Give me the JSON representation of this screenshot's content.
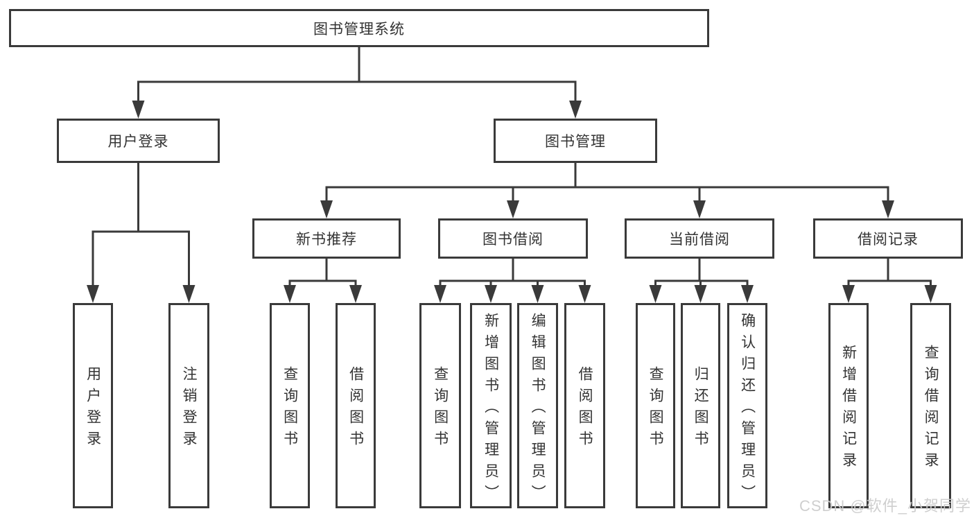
{
  "diagram": {
    "root": {
      "label": "图书管理系统",
      "children": [
        {
          "label": "用户登录",
          "children": [
            {
              "label": "用户登录"
            },
            {
              "label": "注销登录"
            }
          ]
        },
        {
          "label": "图书管理",
          "children": [
            {
              "label": "新书推荐",
              "children": [
                {
                  "label": "查询图书"
                },
                {
                  "label": "借阅图书"
                }
              ]
            },
            {
              "label": "图书借阅",
              "children": [
                {
                  "label": "查询图书"
                },
                {
                  "label": "新增图书（管理员）"
                },
                {
                  "label": "编辑图书（管理员）"
                },
                {
                  "label": "借阅图书"
                }
              ]
            },
            {
              "label": "当前借阅",
              "children": [
                {
                  "label": "查询图书"
                },
                {
                  "label": "归还图书"
                },
                {
                  "label": "确认归还（管理员）"
                }
              ]
            },
            {
              "label": "借阅记录",
              "children": [
                {
                  "label": "新增借阅记录"
                },
                {
                  "label": "查询借阅记录"
                }
              ]
            }
          ]
        }
      ]
    }
  },
  "watermark": "CSDN @软件_小贺同学",
  "colors": {
    "line": "#3a3a3a",
    "text": "#333333",
    "box_background": "#ffffff",
    "watermark": "#cccccc"
  }
}
